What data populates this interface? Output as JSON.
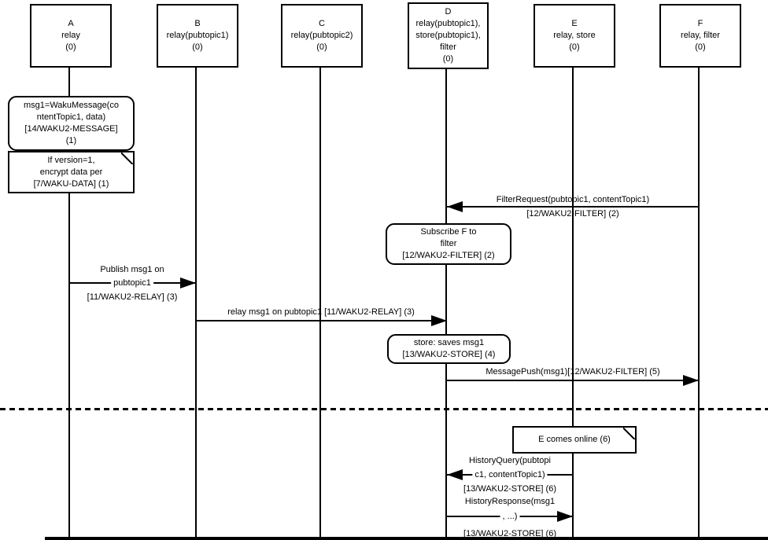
{
  "diagram_type": "sequence-diagram",
  "colors": {
    "line": "#000000",
    "background": "#ffffff"
  },
  "actors": [
    {
      "id": "A",
      "label": "A\nrelay\n(0)"
    },
    {
      "id": "B",
      "label": "B\nrelay(pubtopic1)\n(0)"
    },
    {
      "id": "C",
      "label": "C\nrelay(pubtopic2)\n(0)"
    },
    {
      "id": "D",
      "label": "D\nrelay(pubtopic1),\nstore(pubtopic1),\nfilter\n(0)"
    },
    {
      "id": "E",
      "label": "E\nrelay, store\n(0)"
    },
    {
      "id": "F",
      "label": "F\nrelay, filter\n(0)"
    }
  ],
  "notes": [
    {
      "type": "rounded",
      "text": "msg1=WakuMessage(co\nntentTopic1, data)\n[14/WAKU2-MESSAGE]\n(1)"
    },
    {
      "type": "note",
      "text": "If version=1,\nencrypt data per\n[7/WAKU-DATA] (1)"
    },
    {
      "type": "rounded",
      "text": "Subscribe F to\nfilter\n[12/WAKU2-FILTER] (2)"
    },
    {
      "type": "rounded",
      "text": "store: saves msg1\n[13/WAKU2-STORE] (4)"
    },
    {
      "type": "note",
      "text": "E comes online (6)"
    }
  ],
  "messages": [
    {
      "from": "F",
      "to": "D",
      "above": "FilterRequest(pubtopic1, contentTopic1)",
      "below": "[12/WAKU2-FILTER] (2)"
    },
    {
      "from": "A",
      "to": "B",
      "above": "Publish msg1 on",
      "mid": "pubtopic1",
      "below": "[11/WAKU2-RELAY] (3)"
    },
    {
      "from": "B",
      "to": "D",
      "above": "relay msg1 on pubtopic1 [11/WAKU2-RELAY] (3)"
    },
    {
      "from": "D",
      "to": "F",
      "above": "MessagePush(msg1)[12/WAKU2-FILTER] (5)"
    },
    {
      "from": "E",
      "to": "D",
      "above": "HistoryQuery(pubtopi",
      "mid": "c1, contentTopic1)",
      "below": "[13/WAKU2-STORE] (6)"
    },
    {
      "from": "D",
      "to": "E",
      "above": "HistoryResponse(msg1",
      "mid": ", ...)",
      "below": "[13/WAKU2-STORE] (6)"
    }
  ]
}
